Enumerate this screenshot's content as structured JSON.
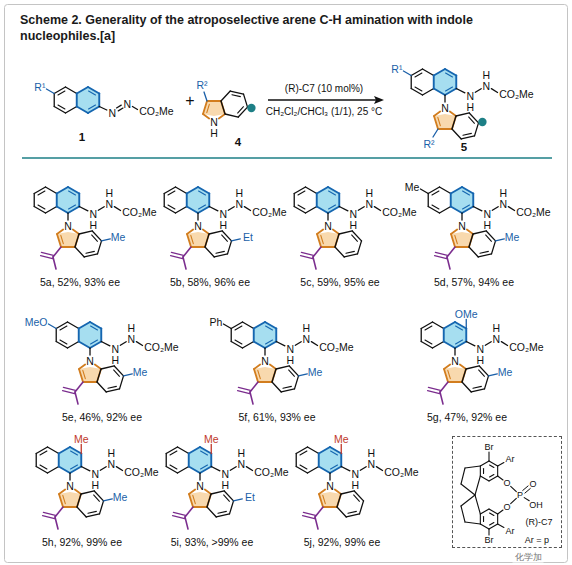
{
  "diagram": {
    "title": "Scheme 2. Generality of the atroposelective arene C-H amination with indole nucleophiles.[a]",
    "nodes": [
      {
        "text": [
          "Br",
          "Ar",
          "O",
          "P",
          "O",
          "OH",
          "O",
          "Ar",
          "Br",
          "(R)-C7",
          "Ar = p"
        ]
      }
    ],
    "labels": [
      "R¹",
      "N",
      "N",
      "CO₂Me",
      "1",
      "+",
      "R²",
      "N",
      "H",
      "4",
      "(R)-C7 (10 mol%)",
      "CH₂Cl₂/CHCl₃ (1/1), 25 °C",
      "R¹",
      "N",
      "H",
      "N",
      "H",
      "CO₂Me",
      "N",
      "R²",
      "5",
      "N",
      "H",
      "N",
      "H",
      "CO₂Me",
      "N",
      "Me",
      "5a, 52%, 93% ee",
      "N",
      "H",
      "N",
      "H",
      "CO₂Me",
      "N",
      "Et",
      "5b, 58%, 96% ee",
      "N",
      "H",
      "N",
      "H",
      "CO₂Me",
      "N",
      "5c, 59%, 95% ee",
      "N",
      "H",
      "N",
      "H",
      "CO₂Me",
      "N",
      "Me",
      "Me",
      "5d, 57%, 94% ee",
      "N",
      "H",
      "N",
      "H",
      "CO₂Me",
      "N",
      "Me",
      "MeO",
      "5e, 46%, 92% ee",
      "N",
      "H",
      "N",
      "H",
      "CO₂Me",
      "N",
      "Me",
      "Ph",
      "5f, 61%, 93% ee",
      "N",
      "H",
      "N",
      "H",
      "CO₂Me",
      "N",
      "Me",
      "OMe",
      "5g, 47%, 92% ee",
      "N",
      "H",
      "N",
      "H",
      "CO₂Me",
      "N",
      "Me",
      "Me",
      "5h, 92%, 99% ee",
      "N",
      "H",
      "N",
      "H",
      "CO₂Me",
      "N",
      "Et",
      "Me",
      "5i, 93%, >99% ee",
      "N",
      "H",
      "N",
      "H",
      "CO₂Me",
      "N",
      "Me",
      "5j, 92%, 99% ee",
      "化学加"
    ]
  }
}
